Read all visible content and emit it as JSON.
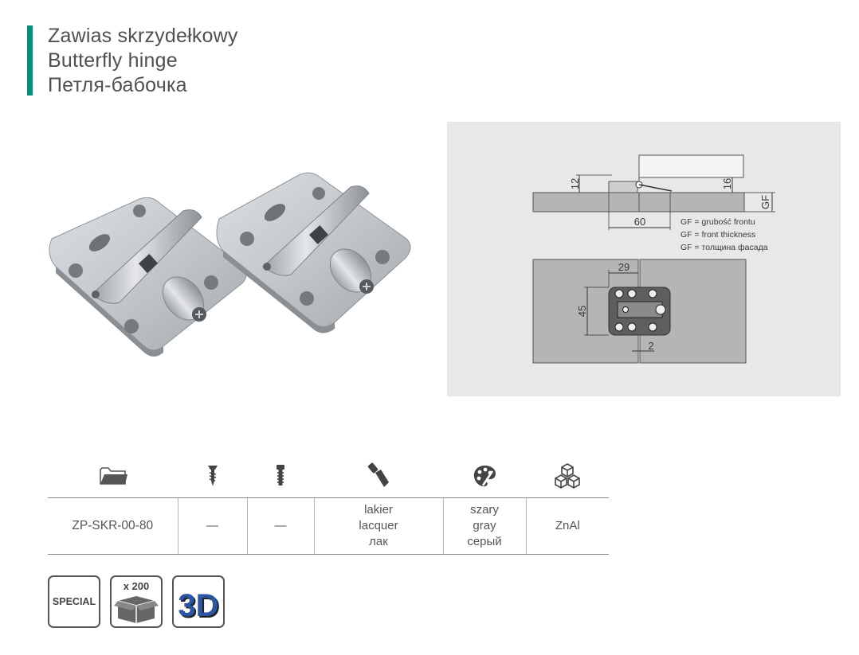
{
  "title": {
    "polish": "Zawias skrzydełkowy",
    "english": "Butterfly hinge",
    "russian": "Петля-бабочка"
  },
  "drawing": {
    "dim_12": "12",
    "dim_16": "16",
    "dim_gf": "GF",
    "dim_60": "60",
    "dim_29": "29",
    "dim_45": "45",
    "dim_2": "2",
    "note_pl": "GF = grubość frontu",
    "note_en": "GF = front thickness",
    "note_ru": "GF = толщина фасада"
  },
  "table": {
    "header_icons": [
      "folder-icon",
      "wood-screw-icon",
      "metric-screw-icon",
      "paint-brush-icon",
      "palette-icon",
      "material-cubes-icon"
    ],
    "code": "ZP-SKR-00-80",
    "wood_screw": "—",
    "metric_screw": "—",
    "finish": [
      "lakier",
      "lacquer",
      "лак"
    ],
    "color": [
      "szary",
      "gray",
      "серый"
    ],
    "material": "ZnAl"
  },
  "badges": {
    "special": "SPECIAL",
    "pack_quantity": "x 200",
    "three_d": "3D"
  },
  "colors": {
    "accent": "#0e8a7e",
    "panel_bg": "#e8e8e8",
    "drawing_fill": "#b5b5b5",
    "badge_3d_blue": "#2c56a4"
  }
}
